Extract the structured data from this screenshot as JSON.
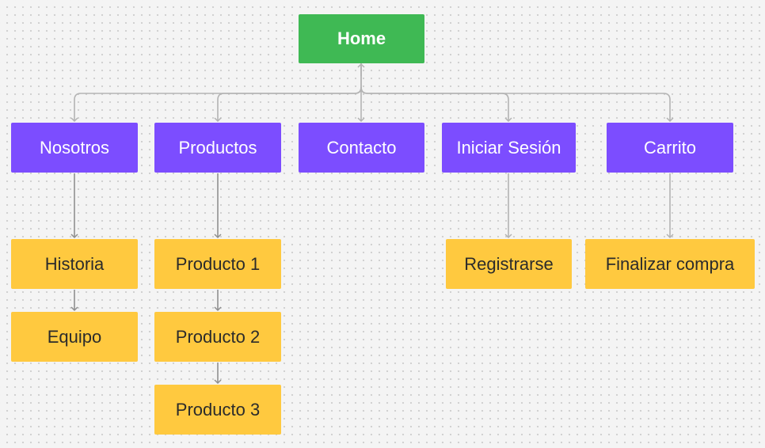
{
  "diagram": {
    "home": "Home",
    "sections": [
      {
        "label": "Nosotros",
        "children": [
          "Historia",
          "Equipo"
        ]
      },
      {
        "label": "Productos",
        "children": [
          "Producto 1",
          "Producto 2",
          "Producto 3"
        ]
      },
      {
        "label": "Contacto",
        "children": []
      },
      {
        "label": "Iniciar Sesión",
        "children": [
          "Registrarse"
        ]
      },
      {
        "label": "Carrito",
        "children": [
          "Finalizar compra"
        ]
      }
    ]
  },
  "colors": {
    "home": "#3fb954",
    "section": "#7c4dff",
    "page": "#ffc93f",
    "connector": "#8f8f8f"
  }
}
